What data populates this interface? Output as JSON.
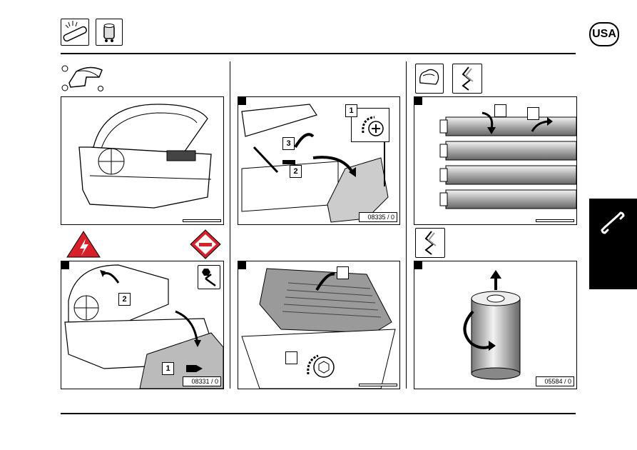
{
  "badge": {
    "country": "USA"
  },
  "figures": {
    "open_lid": "08335 / 0",
    "warning_panel": "08331 / 0",
    "filter_tube": "05584 / 0"
  },
  "callouts": {
    "lid_step1": "1",
    "lid_step2": "2",
    "lid_step3": "3",
    "warn_step1": "1",
    "warn_step2": "2"
  },
  "icons": {
    "top_left": [
      "lamp-tube-icon",
      "starter-icon"
    ],
    "left_column": "tanning-bed-icon",
    "right_column": [
      "gloves-icon",
      "twist-icon"
    ],
    "warnings": [
      "electric-shock-warning-icon",
      "hot-surface-warning-icon"
    ],
    "tools": [
      "hex-key-icon"
    ]
  },
  "colors": {
    "warning_red": "#d8202a",
    "side_tab": "#000000"
  }
}
